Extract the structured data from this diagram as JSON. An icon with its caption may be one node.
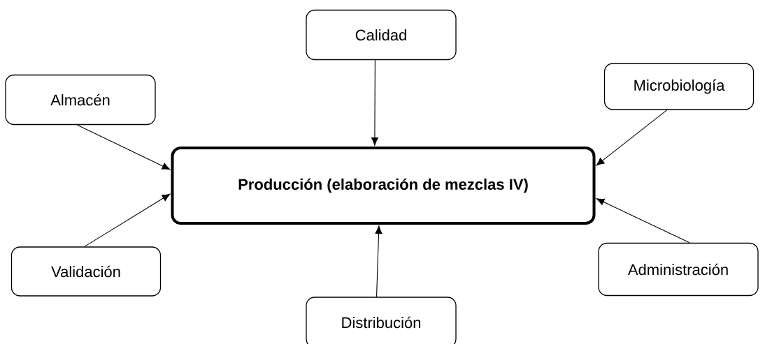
{
  "diagram": {
    "nodes": [
      {
        "text": [
          "Calidad"
        ]
      },
      {
        "text": [
          "Almacén"
        ]
      },
      {
        "text": [
          "Microbiología"
        ]
      },
      {
        "text": [
          "Producción (elaboración de mezclas IV)"
        ]
      },
      {
        "text": [
          "Validación"
        ]
      },
      {
        "text": [
          "Administración"
        ]
      },
      {
        "text": [
          "Distribución"
        ]
      }
    ],
    "edges": [
      {
        "from": 0,
        "to": 3,
        "arrow": "to"
      },
      {
        "from": 1,
        "to": 3,
        "arrow": "to"
      },
      {
        "from": 2,
        "to": 3,
        "arrow": "to"
      },
      {
        "from": 4,
        "to": 3,
        "arrow": "to"
      },
      {
        "from": 5,
        "to": 3,
        "arrow": "to"
      },
      {
        "from": 6,
        "to": 3,
        "arrow": "to"
      }
    ]
  }
}
